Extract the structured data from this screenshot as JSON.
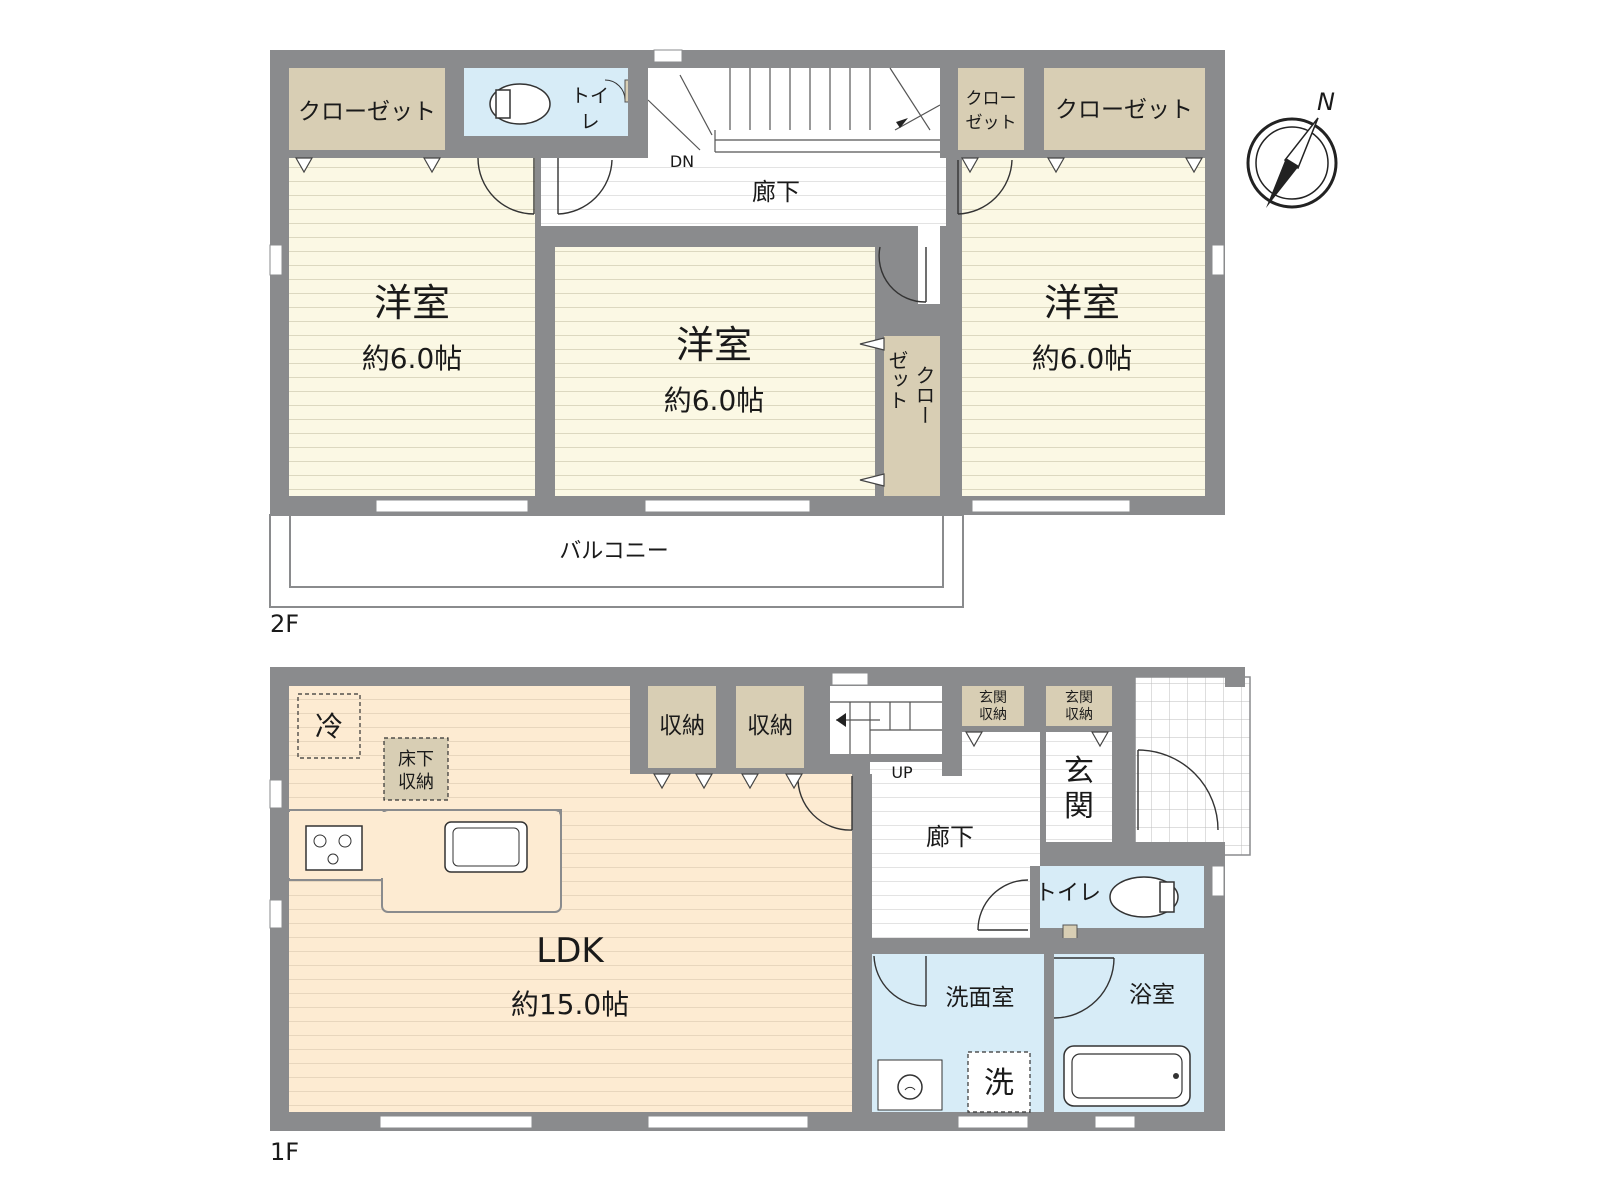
{
  "floor2": {
    "label": "2F",
    "closet_left": "クローゼット",
    "toilet_l1": "トイ",
    "toilet_l2": "レ",
    "dn": "DN",
    "corridor": "廊下",
    "closet_small_l1": "クロー",
    "closet_small_l2": "ゼット",
    "closet_right": "クローゼット",
    "room_left_name": "洋室",
    "room_left_size": "約6.0帖",
    "room_mid_name": "洋室",
    "room_mid_size": "約6.0帖",
    "room_right_name": "洋室",
    "room_right_size": "約6.0帖",
    "closet_vert_l1": "クロー",
    "closet_vert_l2": "ゼット",
    "balcony": "バルコニー"
  },
  "floor1": {
    "label": "1F",
    "fridge": "冷",
    "underfloor_l1": "床下",
    "underfloor_l2": "収納",
    "storage1": "収納",
    "storage2": "収納",
    "entrance_storage1_l1": "玄関",
    "entrance_storage1_l2": "収納",
    "entrance_storage2_l1": "玄関",
    "entrance_storage2_l2": "収納",
    "up": "UP",
    "entrance_l1": "玄",
    "entrance_l2": "関",
    "corridor": "廊下",
    "toilet": "トイレ",
    "ldk_name": "LDK",
    "ldk_size": "約15.0帖",
    "washroom": "洗面室",
    "bathroom": "浴室",
    "washer": "洗"
  },
  "compass": {
    "north": "N"
  },
  "colors": {
    "wall": "#8a8b8d",
    "bedroom_floor": "#fbf8e4",
    "ldk_floor": "#fdebd2",
    "closet": "#d8ceb4",
    "wet_area": "#d7ecf7",
    "corridor": "#ffffff"
  }
}
